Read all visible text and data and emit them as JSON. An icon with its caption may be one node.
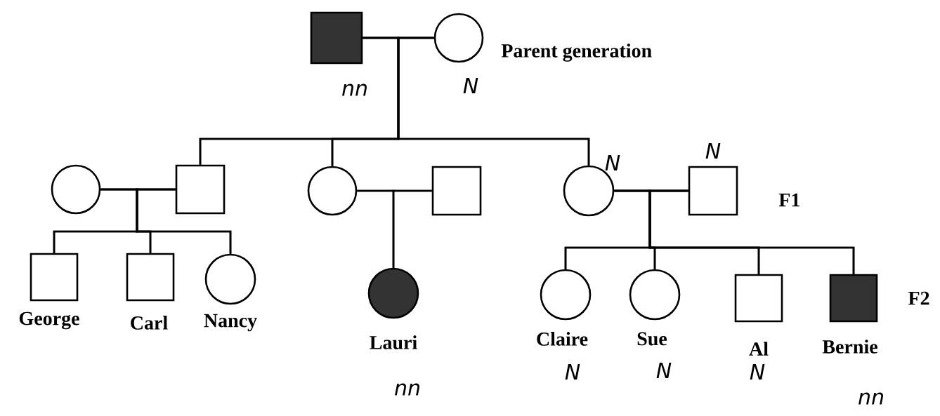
{
  "diagram": {
    "nodes": [
      {
        "text": [],
        "shape": "box",
        "beside": [
          "nn"
        ]
      },
      {
        "text": [],
        "shape": "circle",
        "beside": [
          "N"
        ]
      },
      {
        "text": [],
        "shape": "circle"
      },
      {
        "text": [],
        "shape": "box"
      },
      {
        "text": [],
        "shape": "circle"
      },
      {
        "text": [],
        "shape": "box"
      },
      {
        "text": [],
        "shape": "circle",
        "beside": [
          "N"
        ]
      },
      {
        "text": [],
        "shape": "box",
        "beside": [
          "N"
        ]
      },
      {
        "text": [],
        "shape": "box",
        "beside": [
          "George"
        ]
      },
      {
        "text": [],
        "shape": "box",
        "beside": [
          "Carl"
        ]
      },
      {
        "text": [],
        "shape": "circle",
        "beside": [
          "Nancy"
        ]
      },
      {
        "text": [],
        "shape": "circle",
        "beside": [
          "Lauri",
          "nn"
        ]
      },
      {
        "text": [],
        "shape": "circle",
        "beside": [
          "Claire",
          "N"
        ]
      },
      {
        "text": [],
        "shape": "circle",
        "beside": [
          "Sue",
          "N"
        ]
      },
      {
        "text": [],
        "shape": "box",
        "beside": [
          "Al",
          "N"
        ]
      },
      {
        "text": [],
        "shape": "box",
        "beside": [
          "Bernie",
          "nn"
        ]
      }
    ],
    "edges": [
      {
        "from": 0,
        "to": 1,
        "arrow": "none"
      },
      {
        "from": 0,
        "to": 3,
        "arrow": "none"
      },
      {
        "from": 1,
        "to": 3,
        "arrow": "none"
      },
      {
        "from": 0,
        "to": 4,
        "arrow": "none"
      },
      {
        "from": 1,
        "to": 4,
        "arrow": "none"
      },
      {
        "from": 0,
        "to": 6,
        "arrow": "none"
      },
      {
        "from": 1,
        "to": 6,
        "arrow": "none"
      },
      {
        "from": 2,
        "to": 3,
        "arrow": "none"
      },
      {
        "from": 4,
        "to": 5,
        "arrow": "none"
      },
      {
        "from": 6,
        "to": 7,
        "arrow": "none"
      },
      {
        "from": 2,
        "to": 8,
        "arrow": "none"
      },
      {
        "from": 3,
        "to": 8,
        "arrow": "none"
      },
      {
        "from": 2,
        "to": 9,
        "arrow": "none"
      },
      {
        "from": 3,
        "to": 9,
        "arrow": "none"
      },
      {
        "from": 2,
        "to": 10,
        "arrow": "none"
      },
      {
        "from": 3,
        "to": 10,
        "arrow": "none"
      },
      {
        "from": 4,
        "to": 11,
        "arrow": "none"
      },
      {
        "from": 5,
        "to": 11,
        "arrow": "none"
      },
      {
        "from": 6,
        "to": 12,
        "arrow": "none"
      },
      {
        "from": 7,
        "to": 12,
        "arrow": "none"
      },
      {
        "from": 6,
        "to": 13,
        "arrow": "none"
      },
      {
        "from": 7,
        "to": 13,
        "arrow": "none"
      },
      {
        "from": 6,
        "to": 14,
        "arrow": "none"
      },
      {
        "from": 7,
        "to": 14,
        "arrow": "none"
      },
      {
        "from": 6,
        "to": 15,
        "arrow": "none"
      },
      {
        "from": 7,
        "to": 15,
        "arrow": "none"
      }
    ],
    "labels": [
      "Parent generation",
      "F1",
      "F2"
    ]
  }
}
